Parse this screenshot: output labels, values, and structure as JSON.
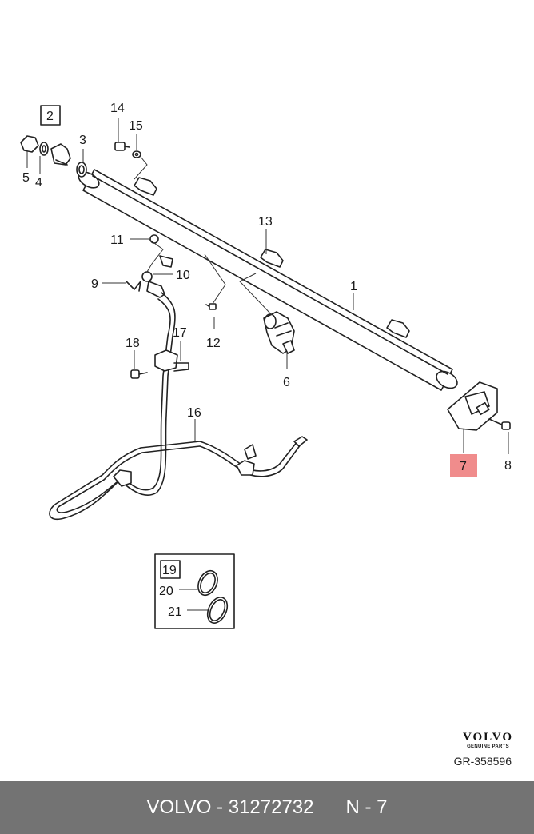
{
  "callouts": {
    "c1": "1",
    "c2": "2",
    "c3": "3",
    "c4": "4",
    "c5": "5",
    "c6": "6",
    "c7": "7",
    "c8": "8",
    "c9": "9",
    "c10": "10",
    "c11": "11",
    "c12": "12",
    "c13": "13",
    "c14": "14",
    "c15": "15",
    "c16": "16",
    "c17": "17",
    "c18": "18",
    "c19": "19",
    "c20": "20",
    "c21": "21"
  },
  "highlight_color": "#f08c8c",
  "brand": {
    "logo": "VOLVO",
    "tagline": "GENUINE PARTS",
    "reference": "GR-358596"
  },
  "footer": {
    "brand": "VOLVO",
    "separator": " - ",
    "part_number": "31272732",
    "position_label": "N - 7"
  }
}
